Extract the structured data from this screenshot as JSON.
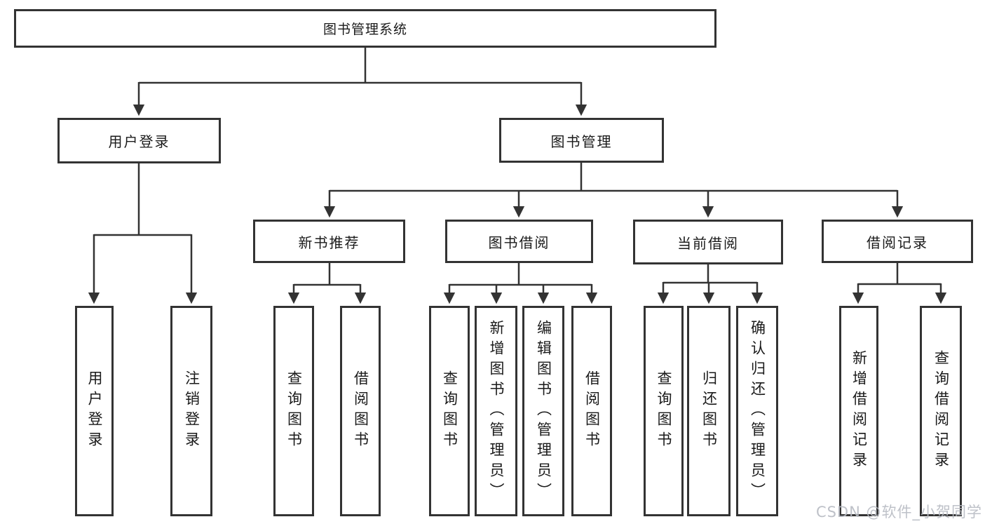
{
  "diagram": {
    "root": {
      "label": "图书管理系统"
    },
    "branches": [
      {
        "label": "用户登录",
        "children": [
          {
            "label": "用户登录"
          },
          {
            "label": "注销登录"
          }
        ]
      },
      {
        "label": "图书管理",
        "children": [
          {
            "label": "新书推荐",
            "children": [
              {
                "label": "查询图书"
              },
              {
                "label": "借阅图书"
              }
            ]
          },
          {
            "label": "图书借阅",
            "children": [
              {
                "label": "查询图书"
              },
              {
                "label": "新增图书（管理员）"
              },
              {
                "label": "编辑图书（管理员）"
              },
              {
                "label": "借阅图书"
              }
            ]
          },
          {
            "label": "当前借阅",
            "children": [
              {
                "label": "查询图书"
              },
              {
                "label": "归还图书"
              },
              {
                "label": "确认归还（管理员）"
              }
            ]
          },
          {
            "label": "借阅记录",
            "children": [
              {
                "label": "新增借阅记录"
              },
              {
                "label": "查询借阅记录"
              }
            ]
          }
        ]
      }
    ]
  },
  "watermark": {
    "text": "CSDN @软件_小贺同学"
  },
  "colors": {
    "line": "#333333",
    "box_border": "#333333",
    "box_background": "#ffffff",
    "text": "#1a1a1a",
    "watermark": "#b7bbc3"
  }
}
